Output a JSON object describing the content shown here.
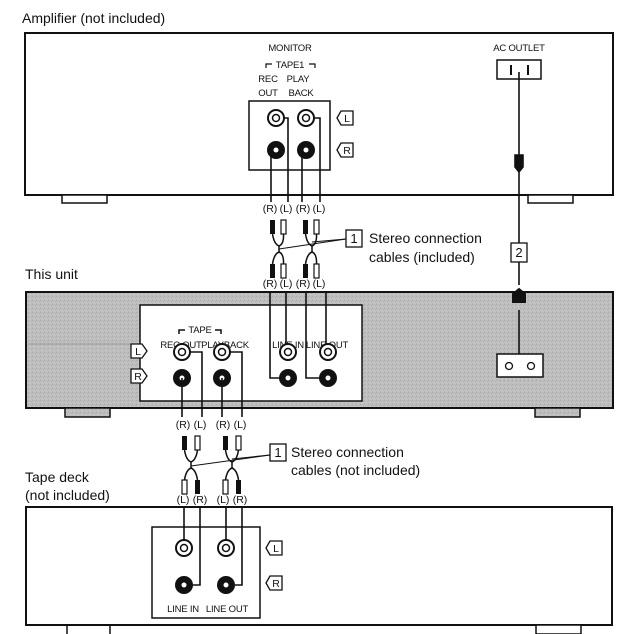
{
  "amplifier": {
    "title": "Amplifier (not included)",
    "monitor_label": "MONITOR",
    "tape_group_label": "TAPE1",
    "col1_line1": "REC",
    "col2_line1": "PLAY",
    "col1_line2": "OUT",
    "col2_line2": "BACK",
    "channel_l": "L",
    "channel_r": "R",
    "ac_outlet_label": "AC OUTLET"
  },
  "cable1": {
    "callout_number": "1",
    "top_labels": [
      "(R)",
      "(L)",
      "(R)",
      "(L)"
    ],
    "bottom_labels": [
      "(R)",
      "(L)",
      "(R)",
      "(L)"
    ],
    "line1": "Stereo connection",
    "line2": "cables (included)"
  },
  "power_cable": {
    "callout_number": "2"
  },
  "this_unit": {
    "title": "This unit",
    "tape_group_label": "TAPE",
    "rec_out_label": "REC OUT",
    "playback_label": "PLAYBACK",
    "line_in_label": "LINE IN",
    "line_out_label": "LINE OUT",
    "channel_l": "L",
    "channel_r": "R"
  },
  "cable2": {
    "callout_number": "1",
    "top_labels": [
      "(R)",
      "(L)",
      "(R)",
      "(L)"
    ],
    "bottom_labels": [
      "(L)",
      "(R)",
      "(L)",
      "(R)"
    ],
    "line1": "Stereo connection",
    "line2": "cables (not included)"
  },
  "tape_deck": {
    "title_line1": "Tape deck",
    "title_line2": "(not included)",
    "line_in_label": "LINE IN",
    "line_out_label": "LINE OUT",
    "channel_l": "L",
    "channel_r": "R"
  },
  "colors": {
    "unit_fill": "#bdbdbd",
    "line": "#111111",
    "panel": "#ffffff"
  }
}
